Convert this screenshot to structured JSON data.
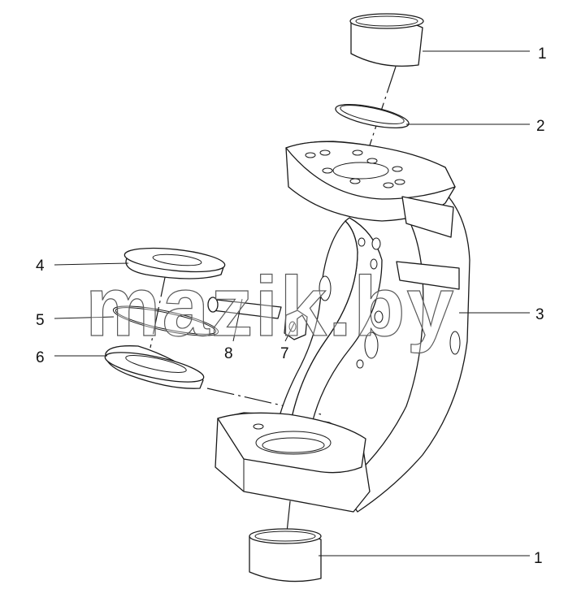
{
  "watermark": "mazik.by",
  "callouts": [
    {
      "id": "1",
      "text": "1"
    },
    {
      "id": "2",
      "text": "2"
    },
    {
      "id": "3",
      "text": "3"
    },
    {
      "id": "4",
      "text": "4"
    },
    {
      "id": "5",
      "text": "5"
    },
    {
      "id": "6",
      "text": "6"
    },
    {
      "id": "7",
      "text": "7"
    },
    {
      "id": "8",
      "text": "8"
    },
    {
      "id": "1b",
      "text": "1"
    }
  ]
}
